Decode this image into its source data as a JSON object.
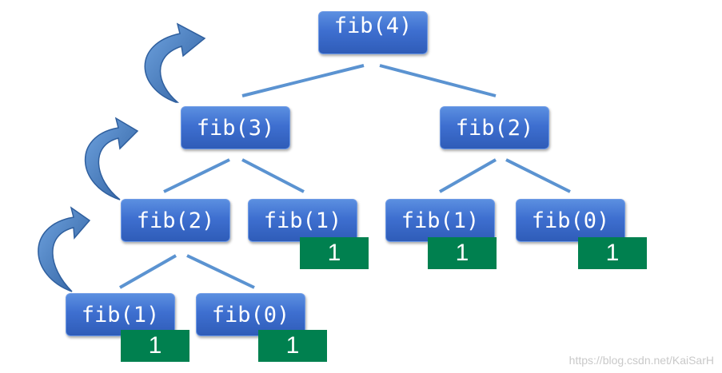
{
  "nodes": {
    "fib4": "fib(4)",
    "fib3": "fib(3)",
    "fib2_right": "fib(2)",
    "fib2_left": "fib(2)",
    "fib1_mid": "fib(1)",
    "fib1_right": "fib(1)",
    "fib0_right": "fib(0)",
    "fib1_bottom": "fib(1)",
    "fib0_bottom": "fib(0)"
  },
  "results": {
    "fib1_mid": "1",
    "fib1_right": "1",
    "fib0_right": "1",
    "fib1_bottom": "1",
    "fib0_bottom": "1"
  },
  "colors": {
    "node_fill": "#3e6fd0",
    "edge": "#5b93d1",
    "result_fill": "#00804f",
    "arrow": "#4f86c9"
  },
  "watermark": "https://blog.csdn.net/KaiSarH"
}
